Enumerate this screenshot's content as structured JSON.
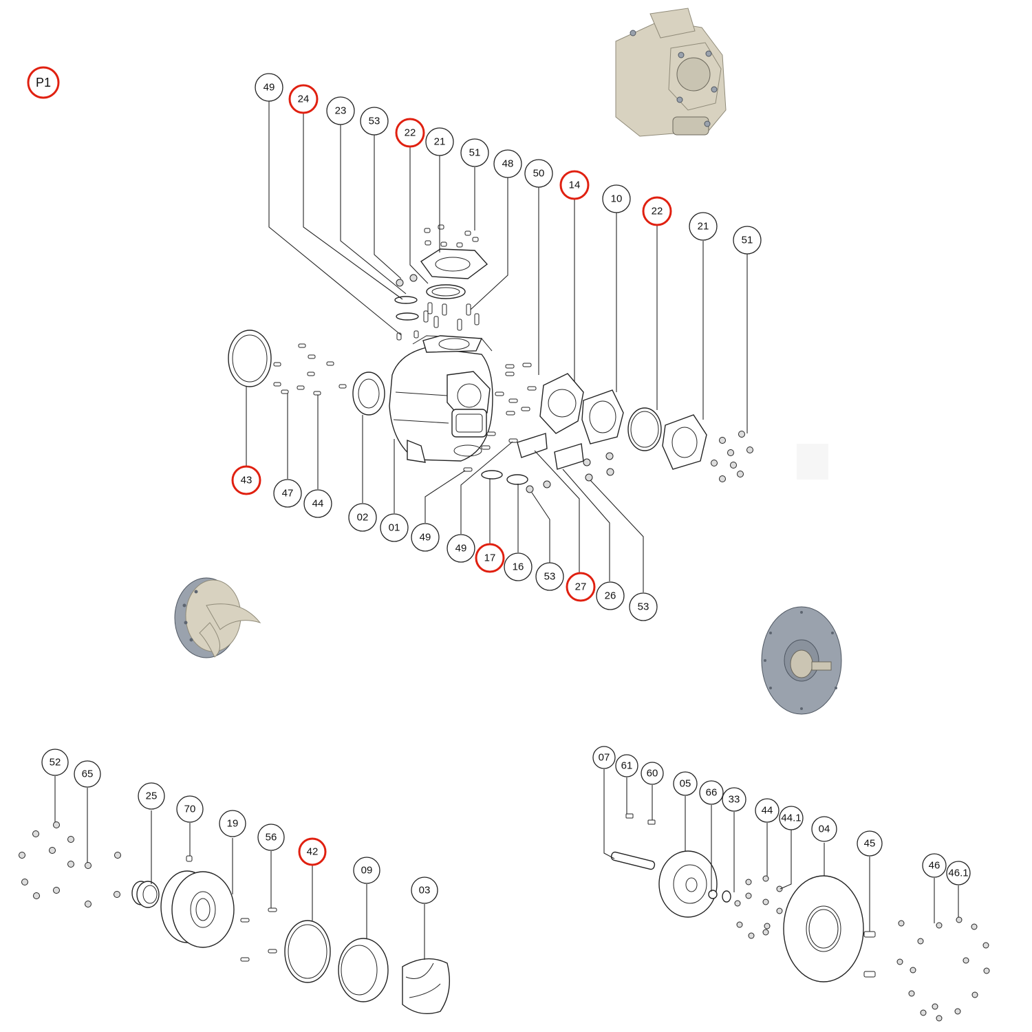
{
  "page_label": "P1",
  "highlight_color": "#e02010",
  "callouts": [
    {
      "id": "c-49a",
      "label": "49",
      "highlighted": false
    },
    {
      "id": "c-24",
      "label": "24",
      "highlighted": true
    },
    {
      "id": "c-23",
      "label": "23",
      "highlighted": false
    },
    {
      "id": "c-53a",
      "label": "53",
      "highlighted": false
    },
    {
      "id": "c-22a",
      "label": "22",
      "highlighted": true
    },
    {
      "id": "c-21a",
      "label": "21",
      "highlighted": false
    },
    {
      "id": "c-51a",
      "label": "51",
      "highlighted": false
    },
    {
      "id": "c-48",
      "label": "48",
      "highlighted": false
    },
    {
      "id": "c-50",
      "label": "50",
      "highlighted": false
    },
    {
      "id": "c-14",
      "label": "14",
      "highlighted": true
    },
    {
      "id": "c-10",
      "label": "10",
      "highlighted": false
    },
    {
      "id": "c-22b",
      "label": "22",
      "highlighted": true
    },
    {
      "id": "c-21b",
      "label": "21",
      "highlighted": false
    },
    {
      "id": "c-51b",
      "label": "51",
      "highlighted": false
    },
    {
      "id": "c-43",
      "label": "43",
      "highlighted": true
    },
    {
      "id": "c-47a",
      "label": "47",
      "highlighted": false
    },
    {
      "id": "c-44a",
      "label": "44",
      "highlighted": false
    },
    {
      "id": "c-02",
      "label": "02",
      "highlighted": false
    },
    {
      "id": "c-01",
      "label": "01",
      "highlighted": false
    },
    {
      "id": "c-49b",
      "label": "49",
      "highlighted": false
    },
    {
      "id": "c-49c",
      "label": "49",
      "highlighted": false
    },
    {
      "id": "c-17",
      "label": "17",
      "highlighted": true
    },
    {
      "id": "c-16",
      "label": "16",
      "highlighted": false
    },
    {
      "id": "c-53b",
      "label": "53",
      "highlighted": false
    },
    {
      "id": "c-27",
      "label": "27",
      "highlighted": true
    },
    {
      "id": "c-26",
      "label": "26",
      "highlighted": false
    },
    {
      "id": "c-53c",
      "label": "53",
      "highlighted": false
    },
    {
      "id": "c-52",
      "label": "52",
      "highlighted": false
    },
    {
      "id": "c-65",
      "label": "65",
      "highlighted": false
    },
    {
      "id": "c-25",
      "label": "25",
      "highlighted": false
    },
    {
      "id": "c-70",
      "label": "70",
      "highlighted": false
    },
    {
      "id": "c-19",
      "label": "19",
      "highlighted": false
    },
    {
      "id": "c-56",
      "label": "56",
      "highlighted": false
    },
    {
      "id": "c-42",
      "label": "42",
      "highlighted": true
    },
    {
      "id": "c-09",
      "label": "09",
      "highlighted": false
    },
    {
      "id": "c-03",
      "label": "03",
      "highlighted": false
    },
    {
      "id": "c-07",
      "label": "07",
      "highlighted": false
    },
    {
      "id": "c-61",
      "label": "61",
      "highlighted": false
    },
    {
      "id": "c-60",
      "label": "60",
      "highlighted": false
    },
    {
      "id": "c-05",
      "label": "05",
      "highlighted": false
    },
    {
      "id": "c-66",
      "label": "66",
      "highlighted": false
    },
    {
      "id": "c-33",
      "label": "33",
      "highlighted": false
    },
    {
      "id": "c-44b",
      "label": "44",
      "highlighted": false
    },
    {
      "id": "c-44-1",
      "label": "44.1",
      "highlighted": false
    },
    {
      "id": "c-04",
      "label": "04",
      "highlighted": false
    },
    {
      "id": "c-45",
      "label": "45",
      "highlighted": false
    },
    {
      "id": "c-46",
      "label": "46",
      "highlighted": false
    },
    {
      "id": "c-46-1",
      "label": "46.1",
      "highlighted": false
    }
  ]
}
